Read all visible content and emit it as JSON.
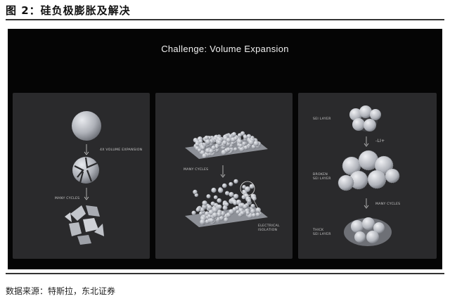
{
  "figure": {
    "title": "图 2：硅负极膨胀及解决",
    "source": "数据来源：特斯拉，东北证券"
  },
  "slide": {
    "title": "Challenge: Volume Expansion",
    "panel1": {
      "label_expansion": "4X VOLUME EXPANSION",
      "label_cycles": "MANY CYCLES"
    },
    "panel2": {
      "label_cycles": "MANY CYCLES",
      "label_isolation_line1": "ELECTRICAL",
      "label_isolation_line2": "ISOLATION"
    },
    "panel3": {
      "label_sei": "SEI LAYER",
      "label_li": "-Li+",
      "label_broken_line1": "BROKEN",
      "label_broken_line2": "SEI LAYER",
      "label_cycles": "MANY CYCLES",
      "label_thick_line1": "THICK",
      "label_thick_line2": "SEI LAYER"
    }
  },
  "colors": {
    "slide_bg": "#050505",
    "panel_bg": "#2a2a2c",
    "particle": "#b9bcc2",
    "text_light": "#f0f0f0"
  }
}
